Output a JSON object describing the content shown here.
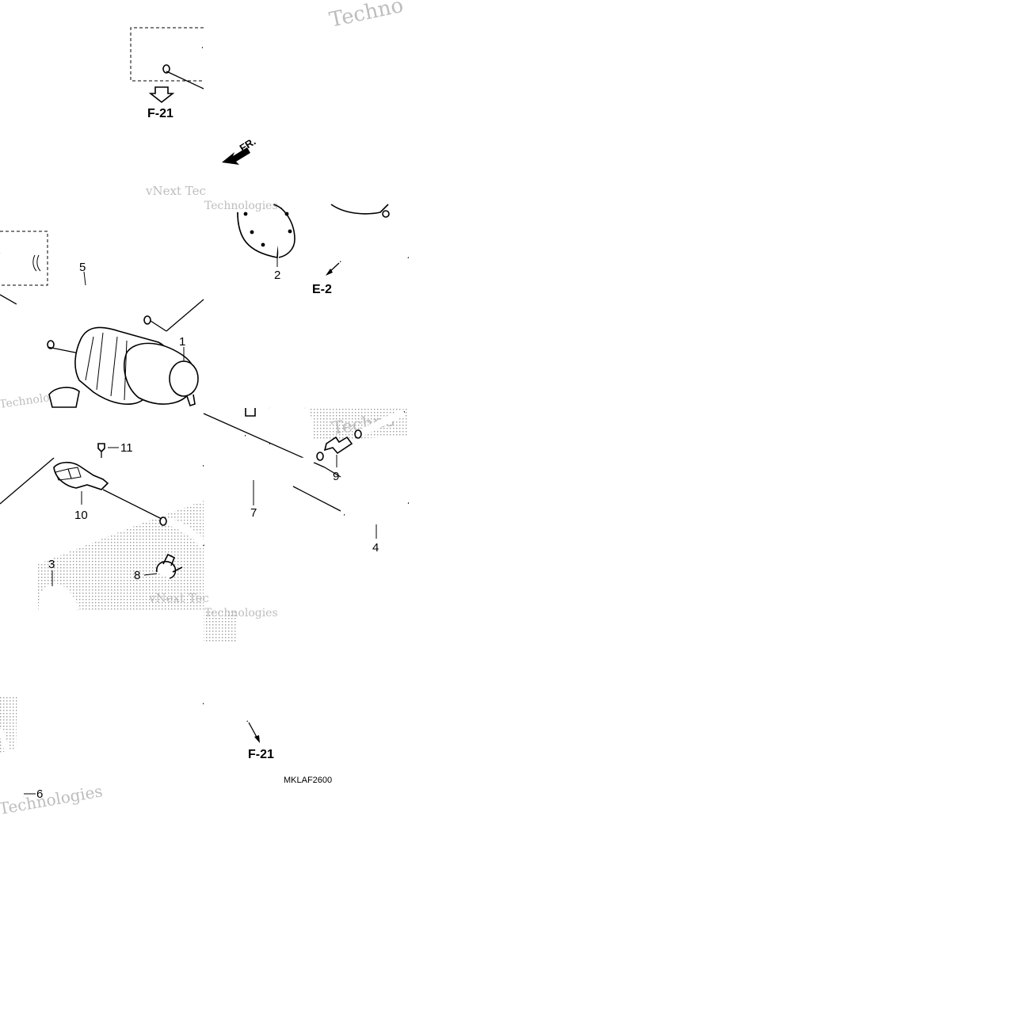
{
  "diagram": {
    "drawing_code": "MKLAF2600",
    "front_indicator": "FR.",
    "references": [
      {
        "id": "ref-f21-top",
        "text": "F-21"
      },
      {
        "id": "ref-e2",
        "text": "E-2"
      },
      {
        "id": "ref-f21-bottom",
        "text": "F-21"
      }
    ],
    "callouts": [
      {
        "id": "1",
        "text": "1"
      },
      {
        "id": "2",
        "text": "2"
      },
      {
        "id": "3",
        "text": "3"
      },
      {
        "id": "4",
        "text": "4"
      },
      {
        "id": "5",
        "text": "5"
      },
      {
        "id": "6",
        "text": "6"
      },
      {
        "id": "7",
        "text": "7"
      },
      {
        "id": "8",
        "text": "8"
      },
      {
        "id": "9",
        "text": "9"
      },
      {
        "id": "10",
        "text": "10"
      },
      {
        "id": "11",
        "text": "11"
      }
    ],
    "watermarks": [
      "vNext Technologies",
      "Techno",
      "Technologies",
      "vNext Tec"
    ]
  },
  "colors": {
    "line": "#000000",
    "background": "#ffffff",
    "watermark": "#bdbdbd",
    "stipple": "#9a9a9a"
  }
}
